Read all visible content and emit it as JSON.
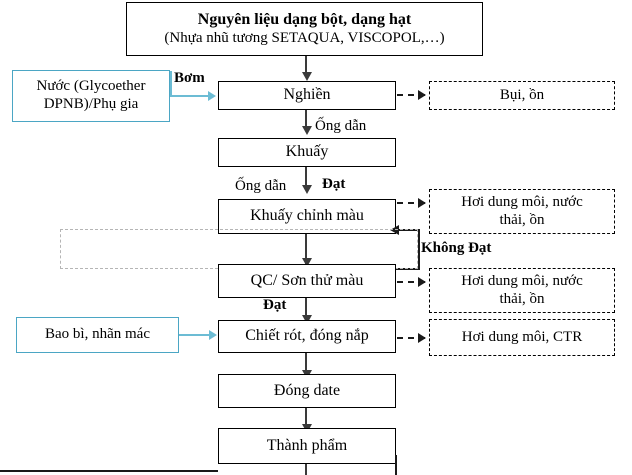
{
  "diagram": {
    "title_node": {
      "line1": "Nguyên liệu dạng bột, dạng hạt",
      "line2": "(Nhựa nhũ tương SETAQUA,  VISCOPOL,…)"
    },
    "process_nodes": [
      {
        "id": "nghien",
        "label": "Nghiền"
      },
      {
        "id": "khuay",
        "label": "Khuấy"
      },
      {
        "id": "khuay-chinh-mau",
        "label": "Khuấy chỉnh màu"
      },
      {
        "id": "qc-son-thu-mau",
        "label": "QC/ Sơn thử màu"
      },
      {
        "id": "chiet-rot",
        "label": "Chiết rót, đóng nắp"
      },
      {
        "id": "dong-date",
        "label": "Đóng date"
      },
      {
        "id": "thanh-pham",
        "label": "Thành phẩm"
      }
    ],
    "input_nodes": [
      {
        "id": "nuoc-phu-gia",
        "line1": "Nước (Glycoether",
        "line2": "DPNB)/Phụ gia"
      },
      {
        "id": "bao-bi",
        "label": "Bao bì, nhãn mác"
      }
    ],
    "waste_nodes": [
      {
        "id": "bui-on",
        "line1": "Bụi, ồn",
        "line2": ""
      },
      {
        "id": "hoi-dung-moi-1",
        "line1": "Hơi dung môi, nước",
        "line2": "thải, ồn"
      },
      {
        "id": "hoi-dung-moi-2",
        "line1": "Hơi dung môi, nước",
        "line2": "thải, ồn"
      },
      {
        "id": "hoi-dung-moi-ctr",
        "line1": "Hơi dung môi, CTR",
        "line2": ""
      }
    ],
    "edge_labels": {
      "bom": "Bơm",
      "ong_dan_1": "Ống dẫn",
      "ong_dan_2": "Ống dẫn",
      "dat_1": "Đạt",
      "dat_2": "Đạt",
      "khong_dat": "Không Đạt"
    },
    "colors": {
      "input_border": "#4ba6c4",
      "input_arrow": "#6cbcd4",
      "process_border": "#000000",
      "waste_border": "#000000",
      "connector": "#3a3a3a",
      "annotation": "#b5b5b5"
    }
  }
}
